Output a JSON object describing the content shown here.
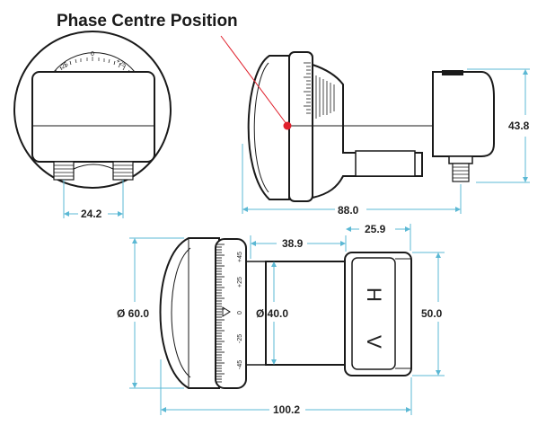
{
  "title": "Phase Centre Position",
  "colors": {
    "outline": "#1a1a1a",
    "dimension": "#5bb8d4",
    "phase_centre": "#e0202c",
    "leader": "#e0202c"
  },
  "front_view": {
    "dial_labels": {
      "minus": "-25",
      "zero": "0",
      "plus": "+25"
    },
    "dimensions": {
      "connector_spacing": "24.2"
    }
  },
  "side_view": {
    "dimensions": {
      "length": "88.0",
      "height": "43.8"
    }
  },
  "bottom_view": {
    "dial_labels": {
      "p45": "+45",
      "p25": "+25",
      "zero": "0",
      "m25": "-25",
      "m45": "-45"
    },
    "polarity_labels": {
      "horizontal": "H",
      "vertical": "V"
    },
    "dimensions": {
      "feed_diameter": "Ø 60.0",
      "body_diameter": "Ø 40.0",
      "feed_to_body": "38.9",
      "head_length": "25.9",
      "head_width": "50.0",
      "total_length": "100.2"
    }
  }
}
